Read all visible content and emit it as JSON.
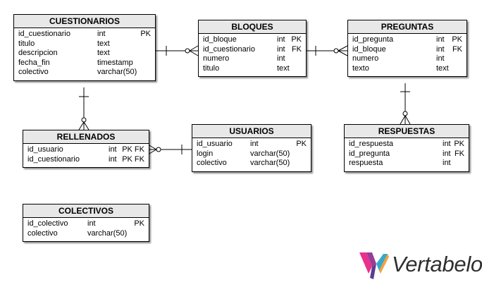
{
  "entities": {
    "cuestionarios": {
      "title": "CUESTIONARIOS",
      "columns": [
        {
          "name": "id_cuestionario",
          "type": "int",
          "key": "PK"
        },
        {
          "name": "titulo",
          "type": "text",
          "key": ""
        },
        {
          "name": "descripcion",
          "type": "text",
          "key": ""
        },
        {
          "name": "fecha_fin",
          "type": "timestamp",
          "key": ""
        },
        {
          "name": "colectivo",
          "type": "varchar(50)",
          "key": ""
        }
      ]
    },
    "bloques": {
      "title": "BLOQUES",
      "columns": [
        {
          "name": "id_bloque",
          "type": "int",
          "key": "PK"
        },
        {
          "name": "id_cuestionario",
          "type": "int",
          "key": "FK"
        },
        {
          "name": "numero",
          "type": "int",
          "key": ""
        },
        {
          "name": "titulo",
          "type": "text",
          "key": ""
        }
      ]
    },
    "preguntas": {
      "title": "PREGUNTAS",
      "columns": [
        {
          "name": "id_pregunta",
          "type": "int",
          "key": "PK"
        },
        {
          "name": "id_bloque",
          "type": "int",
          "key": "FK"
        },
        {
          "name": "numero",
          "type": "int",
          "key": ""
        },
        {
          "name": "texto",
          "type": "text",
          "key": ""
        }
      ]
    },
    "rellenados": {
      "title": "RELLENADOS",
      "columns": [
        {
          "name": "id_usuario",
          "type": "int",
          "key": "PK FK"
        },
        {
          "name": "id_cuestionario",
          "type": "int",
          "key": "PK FK"
        }
      ]
    },
    "usuarios": {
      "title": "USUARIOS",
      "columns": [
        {
          "name": "id_usuario",
          "type": "int",
          "key": "PK"
        },
        {
          "name": "login",
          "type": "varchar(50)",
          "key": ""
        },
        {
          "name": "colectivo",
          "type": "varchar(50)",
          "key": ""
        }
      ]
    },
    "respuestas": {
      "title": "RESPUESTAS",
      "columns": [
        {
          "name": "id_respuesta",
          "type": "int",
          "key": "PK"
        },
        {
          "name": "id_pregunta",
          "type": "int",
          "key": "FK"
        },
        {
          "name": "respuesta",
          "type": "int",
          "key": ""
        }
      ]
    },
    "colectivos": {
      "title": "COLECTIVOS",
      "columns": [
        {
          "name": "id_colectivo",
          "type": "int",
          "key": "PK"
        },
        {
          "name": "colectivo",
          "type": "varchar(50)",
          "key": ""
        }
      ]
    }
  },
  "logo": {
    "text": "Vertabelo",
    "colors": [
      "#e8318c",
      "#9b3c96",
      "#5b3d8f",
      "#3aa7c9",
      "#f4a23b"
    ]
  }
}
